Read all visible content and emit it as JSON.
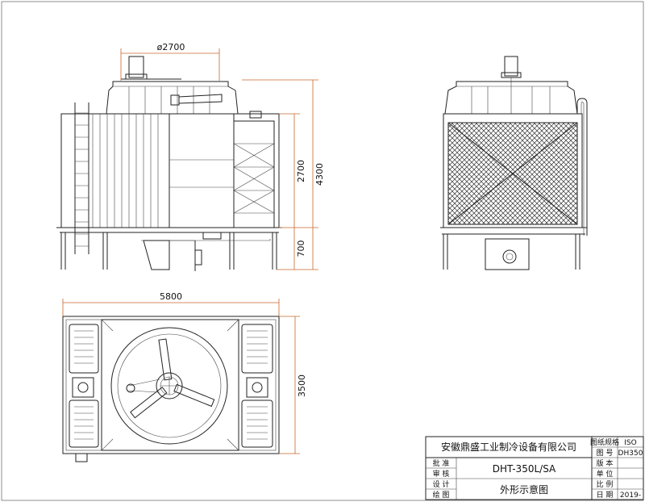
{
  "dimensions": {
    "fan_diameter": "ø2700",
    "total_height": "4300",
    "body_height": "2700",
    "base_height": "700",
    "length": "5800",
    "width": "3500"
  },
  "title_block": {
    "company": "安徽鼎盛工业制冷设备有限公司",
    "rows_left": [
      "批 准",
      "审 核",
      "设 计",
      "绘 图"
    ],
    "model": "DHT-350L/SA",
    "drawing_name": "外形示意图",
    "rows_right_labels": [
      "图纸规格",
      "图 号",
      "版 本",
      "单 位",
      "比 例",
      "日 期"
    ],
    "rows_right_values": [
      "ISO",
      "DH350",
      "",
      "",
      "",
      "2019-"
    ]
  },
  "colors": {
    "dimension_line": "#c7682b",
    "drawing_line": "#222222"
  }
}
